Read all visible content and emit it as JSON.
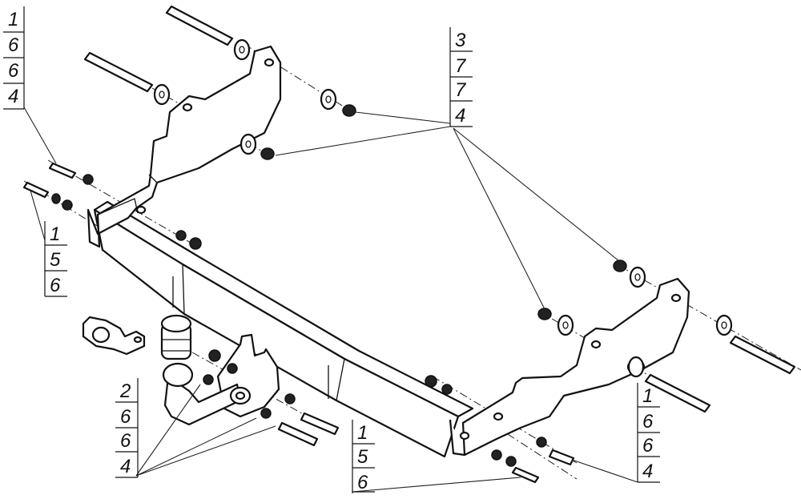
{
  "callouts": [
    {
      "id": "top-left",
      "rows": [
        "1",
        "6",
        "6",
        "4"
      ]
    },
    {
      "id": "top-center",
      "rows": [
        "3",
        "7",
        "7",
        "4"
      ]
    },
    {
      "id": "left-middle",
      "rows": [
        "1",
        "5",
        "6"
      ]
    },
    {
      "id": "bottom-left",
      "rows": [
        "2",
        "6",
        "6",
        "4"
      ]
    },
    {
      "id": "bottom-center",
      "rows": [
        "1",
        "5",
        "6"
      ]
    },
    {
      "id": "bottom-right",
      "rows": [
        "1",
        "6",
        "6",
        "4"
      ]
    }
  ]
}
